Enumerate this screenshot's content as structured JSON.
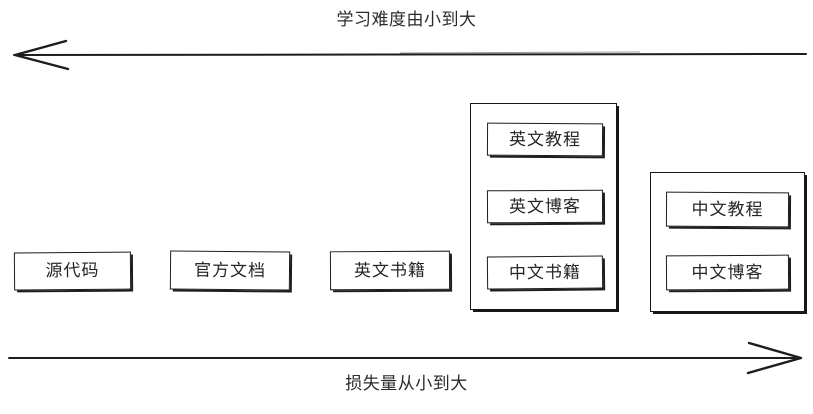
{
  "diagram": {
    "title_top": "学习难度由小到大",
    "title_bottom": "损失量从小到大",
    "ink_color": "#1d1d1d",
    "background": "#ffffff",
    "top_axis": {
      "name": "learning-difficulty-axis",
      "direction": "left",
      "label": "学习难度由小到大"
    },
    "bottom_axis": {
      "name": "loss-amount-axis",
      "direction": "right",
      "label": "损失量从小到大"
    },
    "nodes": [
      {
        "id": "source-code",
        "label": "源代码"
      },
      {
        "id": "official-docs",
        "label": "官方文档"
      },
      {
        "id": "english-books",
        "label": "英文书籍"
      },
      {
        "id": "english-tutorial",
        "label": "英文教程"
      },
      {
        "id": "english-blog",
        "label": "英文博客"
      },
      {
        "id": "chinese-books",
        "label": "中文书籍"
      },
      {
        "id": "chinese-tutorial",
        "label": "中文教程"
      },
      {
        "id": "chinese-blog",
        "label": "中文博客"
      }
    ],
    "groups": [
      {
        "id": "english-group",
        "members": [
          "英文教程",
          "英文博客",
          "中文书籍"
        ]
      },
      {
        "id": "chinese-group",
        "members": [
          "中文教程",
          "中文博客"
        ]
      }
    ]
  }
}
